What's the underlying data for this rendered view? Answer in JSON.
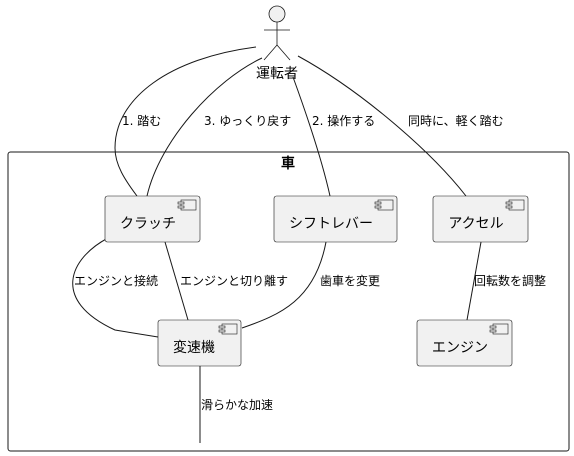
{
  "actor": {
    "label": "運転者"
  },
  "package": {
    "label": "車"
  },
  "components": {
    "clutch": "クラッチ",
    "shift_lever": "シフトレバー",
    "accelerator": "アクセル",
    "transmission": "変速機",
    "engine": "エンジン"
  },
  "edges": {
    "step1": "1. 踏む",
    "step3": "3. ゆっくり戻す",
    "step2": "2. 操作する",
    "simultaneous": "同時に、軽く踏む",
    "disconnect": "エンジンと切り離す",
    "connect": "エンジンと接続",
    "change_gear": "歯車を変更",
    "adjust_rpm": "回転数を調整",
    "smooth_accel": "滑らかな加速"
  }
}
